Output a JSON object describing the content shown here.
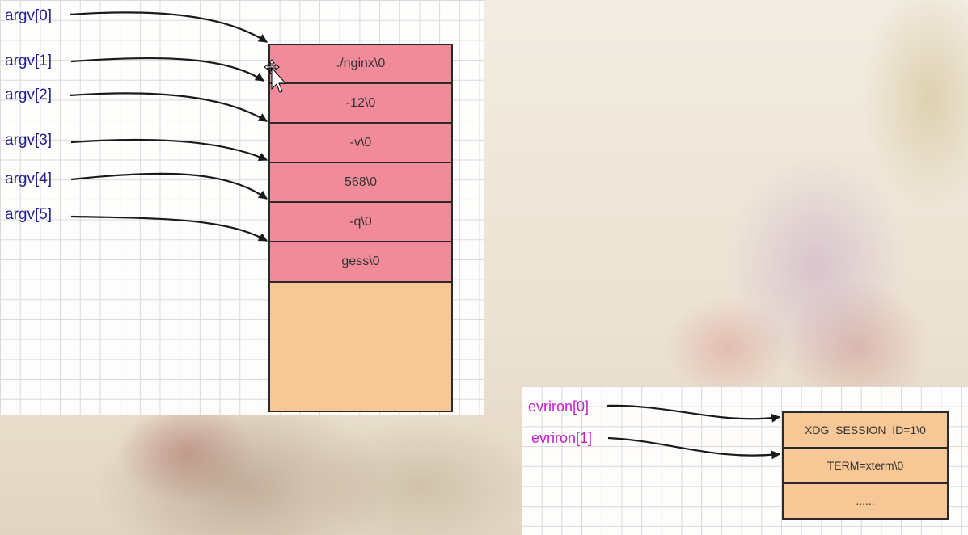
{
  "argv": {
    "labels": [
      "argv[0]",
      "argv[1]",
      "argv[2]",
      "argv[3]",
      "argv[4]",
      "argv[5]"
    ],
    "cells": [
      "./nginx\\0",
      "-12\\0",
      "-v\\0",
      "568\\0",
      "-q\\0",
      "gess\\0"
    ]
  },
  "environ": {
    "labels": [
      "evriron[0]",
      "evriron[1]"
    ],
    "cells": [
      "XDG_SESSION_ID=1\\0",
      "TERM=xterm\\0",
      "......"
    ]
  },
  "colors": {
    "argv_cell": "#f28b99",
    "free_space": "#f7c796",
    "env_cell": "#f7c796",
    "argv_label": "#22208f",
    "env_label": "#c020c8"
  }
}
